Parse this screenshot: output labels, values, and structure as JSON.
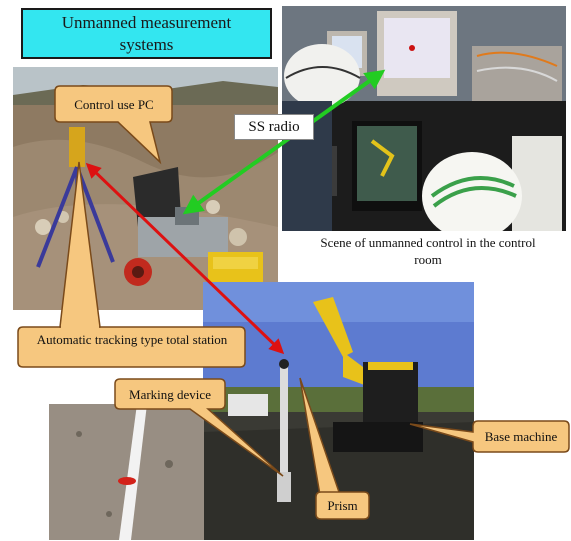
{
  "title": "Unmanned measurement systems",
  "labels": {
    "control_pc": "Control use PC",
    "ss_radio": "SS radio",
    "tracking_station": "Automatic tracking type total station",
    "marking_device": "Marking device",
    "base_machine": "Base machine",
    "prism": "Prism"
  },
  "caption": "Scene of unmanned control in the control room",
  "colors": {
    "title_fill": "#33e6f0",
    "callout_fill": "#f6c77f",
    "callout_stroke": "#7a4a1a",
    "radio_arrow": "#22cc22",
    "track_arrow": "#dd1111"
  }
}
